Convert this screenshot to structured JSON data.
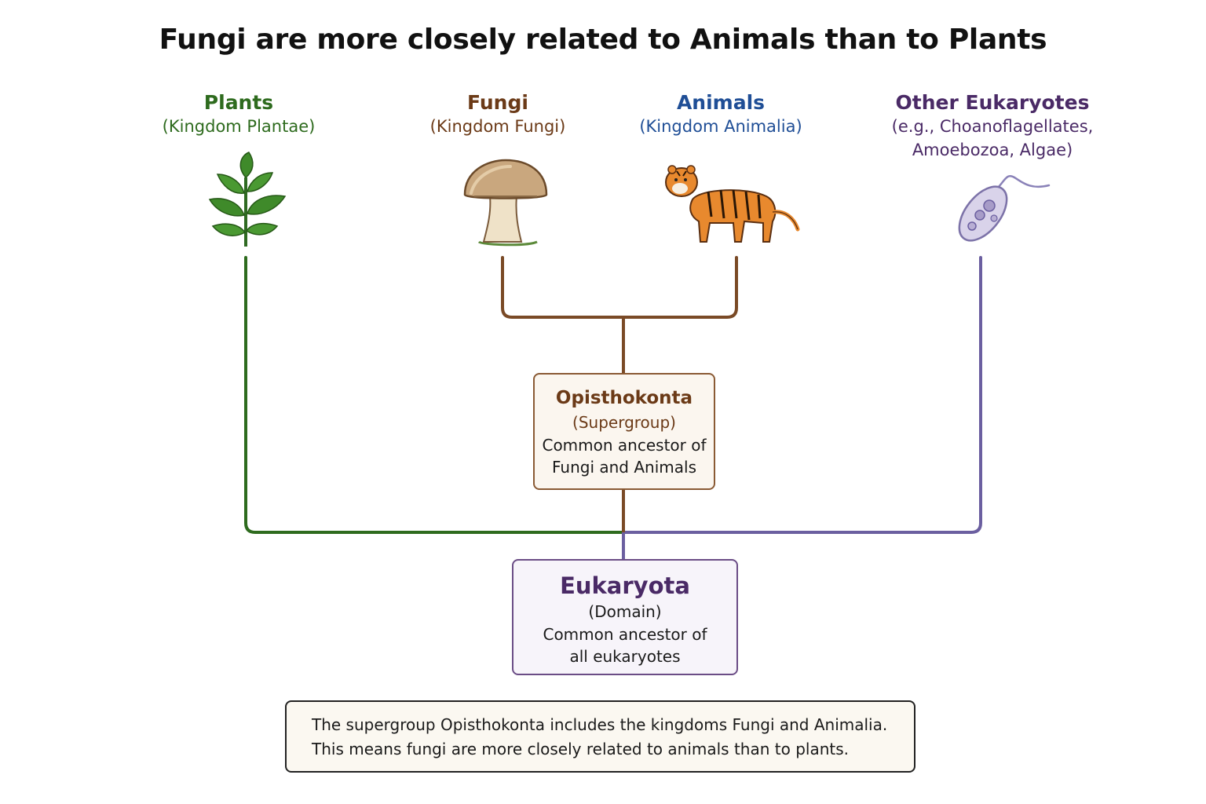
{
  "title": "Fungi are more closely related to Animals than to Plants",
  "taxa": {
    "plants": {
      "name": "Plants",
      "kingdom": "(Kingdom Plantae)",
      "icon": "leaf-plant-icon",
      "color": "#2e6b1e"
    },
    "fungi": {
      "name": "Fungi",
      "kingdom": "(Kingdom Fungi)",
      "icon": "mushroom-icon",
      "color": "#6b3a17"
    },
    "animals": {
      "name": "Animals",
      "kingdom": "(Kingdom Animalia)",
      "icon": "tiger-icon",
      "color": "#1f4e96"
    },
    "other": {
      "name": "Other Eukaryotes",
      "kingdom_line1": "(e.g., Choanoflagellates,",
      "kingdom_line2": "Amoebozoa, Algae)",
      "icon": "protist-cell-icon",
      "color": "#4a2a66"
    }
  },
  "opisthokonta": {
    "title": "Opisthokonta",
    "subtitle": "(Supergroup)",
    "desc_line1": "Common ancestor of",
    "desc_line2": "Fungi and Animals"
  },
  "eukaryota": {
    "title": "Eukaryota",
    "subtitle": "(Domain)",
    "desc_line1": "Common ancestor of",
    "desc_line2": "all eukaryotes"
  },
  "note": {
    "line1": "The supergroup Opisthokonta includes the kingdoms Fungi and Animalia.",
    "line2": "This means fungi are more closely related to animals than to plants."
  },
  "branch_colors": {
    "plants": "#2e6b1e",
    "opisthokonta": "#6b3a17",
    "other": "#6b5fa0"
  }
}
